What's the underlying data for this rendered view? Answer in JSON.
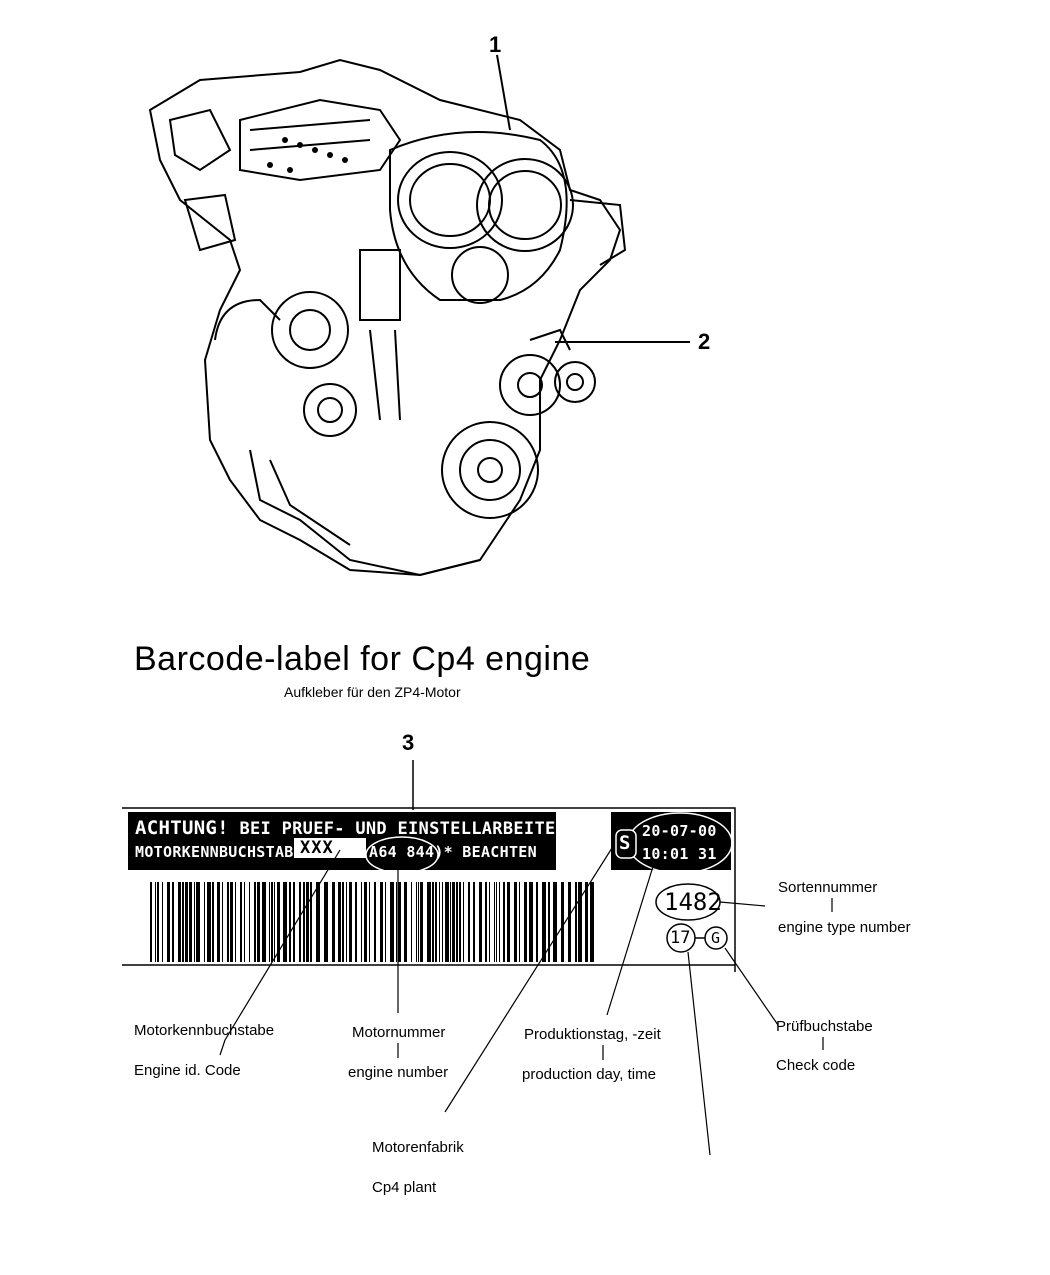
{
  "callouts": {
    "c1": "1",
    "c2": "2",
    "c3": "3"
  },
  "heading": {
    "title": "Barcode-label for Cp4 engine",
    "subtitle": "Aufkleber für den ZP4-Motor"
  },
  "label": {
    "warning_line1_bold": "ACHTUNG!",
    "warning_line1_rest": "BEI PRUEF- UND EINSTELLARBEITEN",
    "warning_line2_left": "MOTORKENNBUCHSTAB",
    "engine_code": "XXX",
    "warning_line2_right": "A64 844)* BEACHTEN",
    "plant_letter": "S",
    "date": "20-07-00",
    "time": "10:01 31",
    "type_number": "1482",
    "check_number": "17",
    "check_letter": "G"
  },
  "annotations": {
    "engine_id_de": "Motorkennbuchstabe",
    "engine_id_en": "Engine id. Code",
    "engine_number_de": "Motornummer",
    "engine_number_en": "engine number",
    "production_de": "Produktionstag, -zeit",
    "production_en": "production day, time",
    "plant_de": "Motorenfabrik",
    "plant_en": "Cp4 plant",
    "type_de": "Sortennummer",
    "type_en": "engine type number",
    "check_de": "Prüfbuchstabe",
    "check_en": "Check code"
  }
}
